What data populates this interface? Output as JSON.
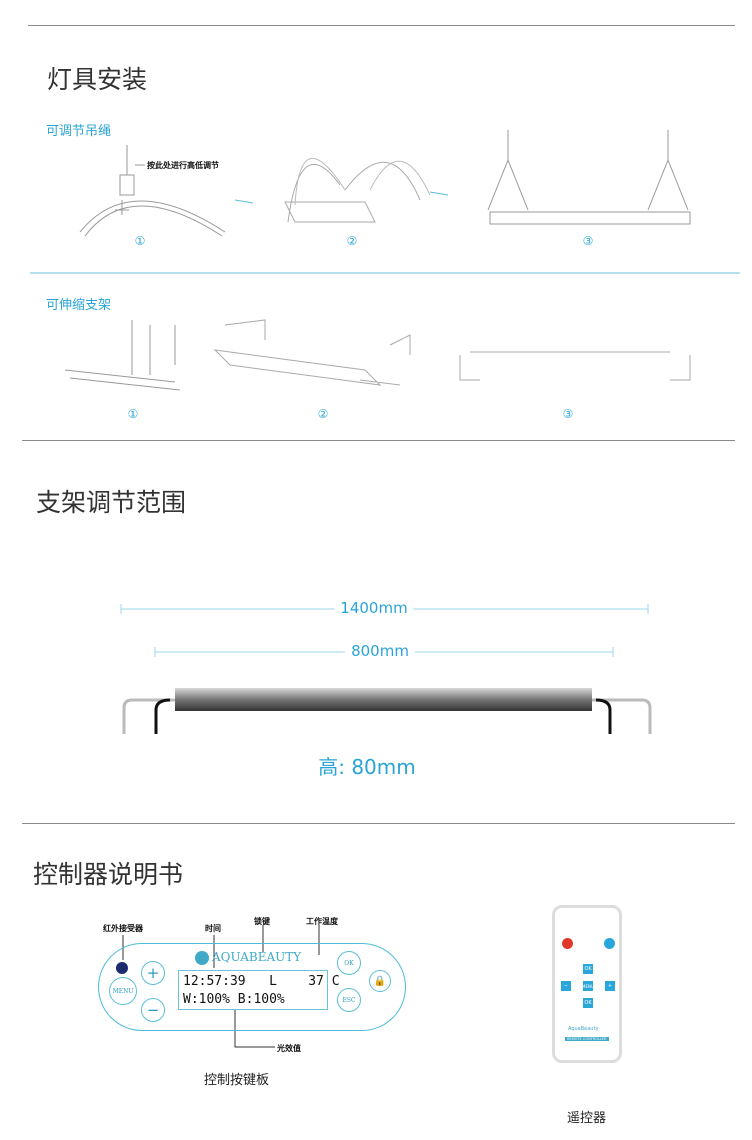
{
  "install": {
    "title": "灯具安装",
    "hanging": {
      "title": "可调节吊绳",
      "note": "按此处进行高低调节",
      "steps": [
        "①",
        "②",
        "③"
      ]
    },
    "bracket": {
      "title": "可伸缩支架",
      "steps": [
        "①",
        "②",
        "③"
      ]
    }
  },
  "range": {
    "title": "支架调节范围",
    "max": "1400mm",
    "min": "800mm",
    "height": "高: 80mm"
  },
  "controller": {
    "title": "控制器说明书",
    "labels": {
      "ir": "红外接受器",
      "time": "时间",
      "lock": "锁键",
      "temp": "工作温度",
      "light": "光效值"
    },
    "brand": "AQUABEAUTY",
    "buttons": {
      "menu": "MENU",
      "plus": "+",
      "minus": "−",
      "ok": "OK",
      "esc": "ESC"
    },
    "lcd_line1": "12:57:39   L    37 C",
    "lcd_line2": "W:100% B:100%",
    "caption": "控制按键板"
  },
  "remote": {
    "caption": "遥控器",
    "buttons": {
      "up": "OK",
      "menu": "MENU",
      "down": "OK",
      "minus": "−",
      "plus": "+"
    },
    "brand": "AquaBeauty",
    "tag": "REMOTE CONTROLLER"
  },
  "colors": {
    "accent": "#2aa4d6",
    "power": "#e0392b"
  }
}
